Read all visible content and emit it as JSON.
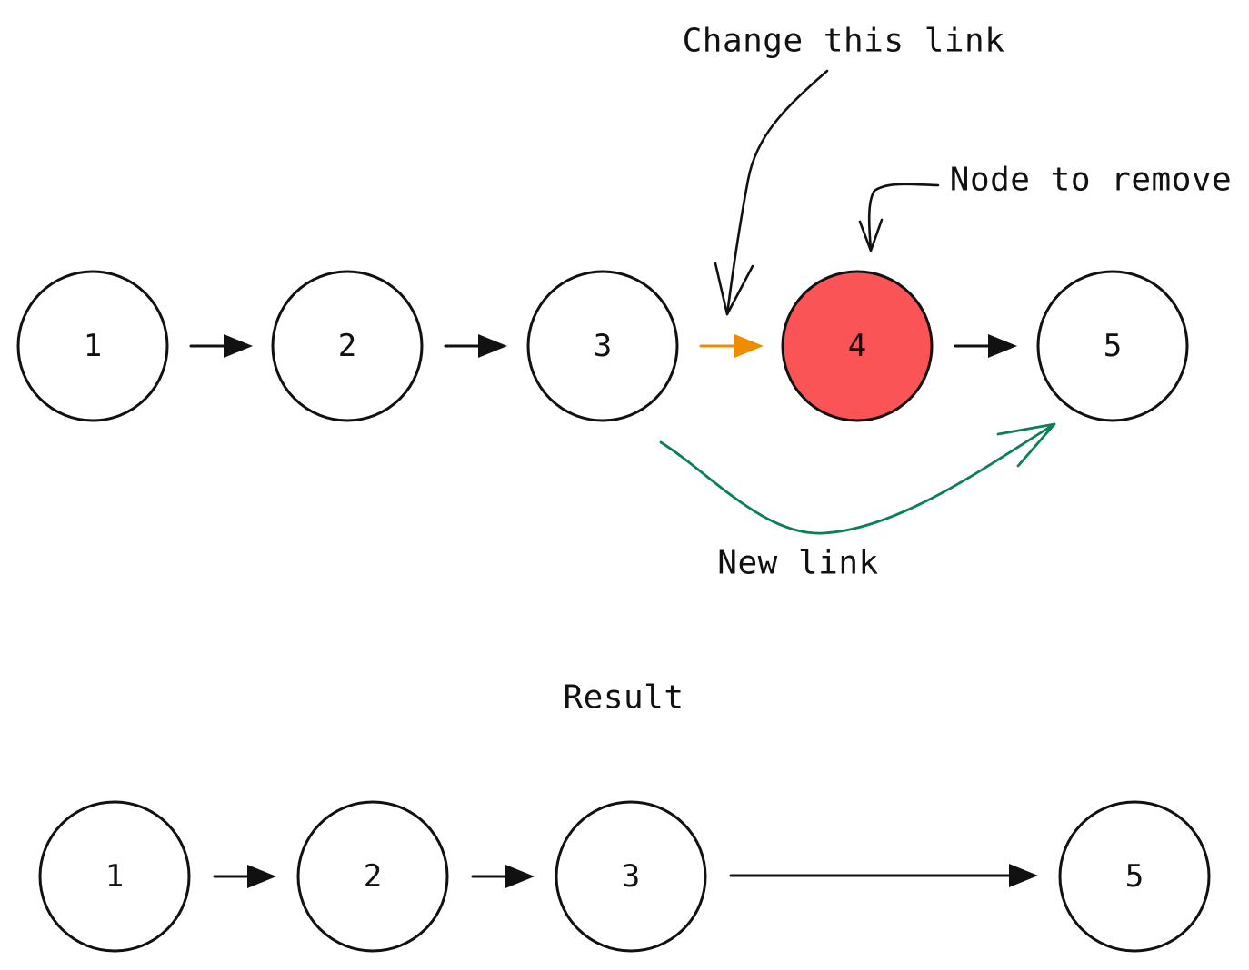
{
  "before": {
    "nodes": [
      {
        "label": "1",
        "highlight": false
      },
      {
        "label": "2",
        "highlight": false
      },
      {
        "label": "3",
        "highlight": false
      },
      {
        "label": "4",
        "highlight": true
      },
      {
        "label": "5",
        "highlight": false
      }
    ],
    "links": [
      {
        "from": "1",
        "to": "2",
        "status": "normal"
      },
      {
        "from": "2",
        "to": "3",
        "status": "normal"
      },
      {
        "from": "3",
        "to": "4",
        "status": "changed"
      },
      {
        "from": "4",
        "to": "5",
        "status": "normal"
      }
    ],
    "new_link": {
      "from": "3",
      "to": "5"
    }
  },
  "annotations": {
    "change_link": "Change this link",
    "node_to_remove": "Node to remove",
    "new_link": "New link",
    "result": "Result"
  },
  "after": {
    "nodes": [
      {
        "label": "1"
      },
      {
        "label": "2"
      },
      {
        "label": "3"
      },
      {
        "label": "5"
      }
    ],
    "links": [
      {
        "from": "1",
        "to": "2"
      },
      {
        "from": "2",
        "to": "3"
      },
      {
        "from": "3",
        "to": "5"
      }
    ]
  },
  "colors": {
    "removed_node_fill": "#fa5456",
    "changed_link": "#f08c00",
    "new_link": "#0c8055",
    "stroke": "#111111",
    "background": "#ffffff"
  }
}
